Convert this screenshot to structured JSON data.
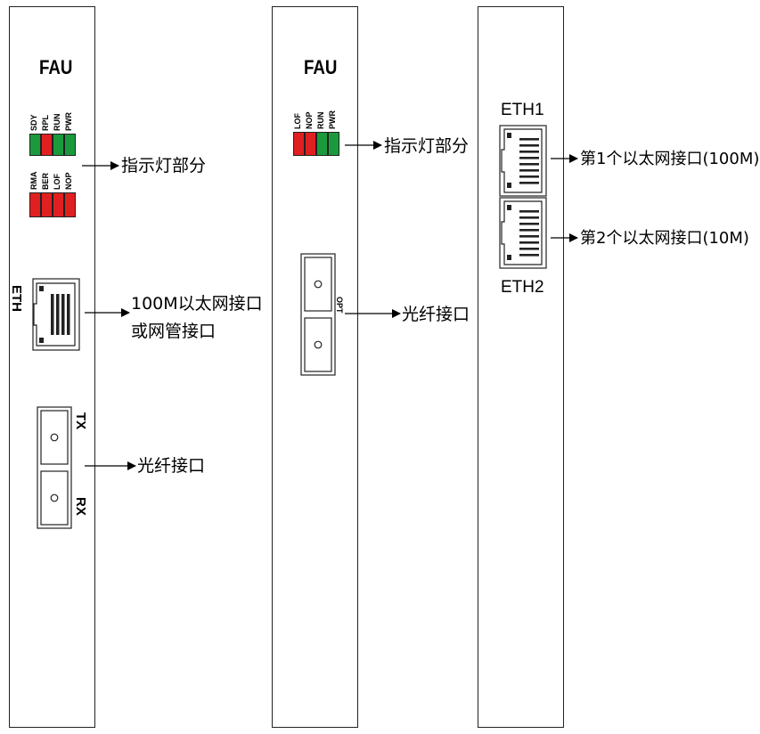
{
  "panel1": {
    "title": "FAU",
    "led_labels_top": [
      "SDY",
      "RPL",
      "RUN",
      "PWR"
    ],
    "led_labels_bottom": [
      "RMA",
      "BER",
      "LOF",
      "NOP"
    ],
    "led_colors_top": [
      "#1a9a3c",
      "#e02020",
      "#1a9a3c",
      "#1a9a3c"
    ],
    "led_colors_bottom": [
      "#e02020",
      "#e02020",
      "#e02020",
      "#e02020"
    ],
    "led_callout": "指示灯部分",
    "eth_label": "ETH",
    "eth_callout_line1": "100M以太网接口",
    "eth_callout_line2": "或网管接口",
    "tx_label": "TX",
    "rx_label": "RX",
    "fiber_callout": "光纤接口"
  },
  "panel2": {
    "title": "FAU",
    "led_labels": [
      "LOF",
      "NOP",
      "RUN",
      "PWR"
    ],
    "led_colors": [
      "#e02020",
      "#e02020",
      "#1a9a3c",
      "#1a9a3c"
    ],
    "led_callout": "指示灯部分",
    "opt_label": "OPT",
    "fiber_callout": "光纤接口"
  },
  "panel3": {
    "eth1_label": "ETH1",
    "eth2_label": "ETH2",
    "eth1_callout": "第1个以太网接口(100M)",
    "eth2_callout": "第2个以太网接口(10M)"
  },
  "colors": {
    "led_green": "#1a9a3c",
    "led_red": "#e02020",
    "outline": "#222222"
  }
}
